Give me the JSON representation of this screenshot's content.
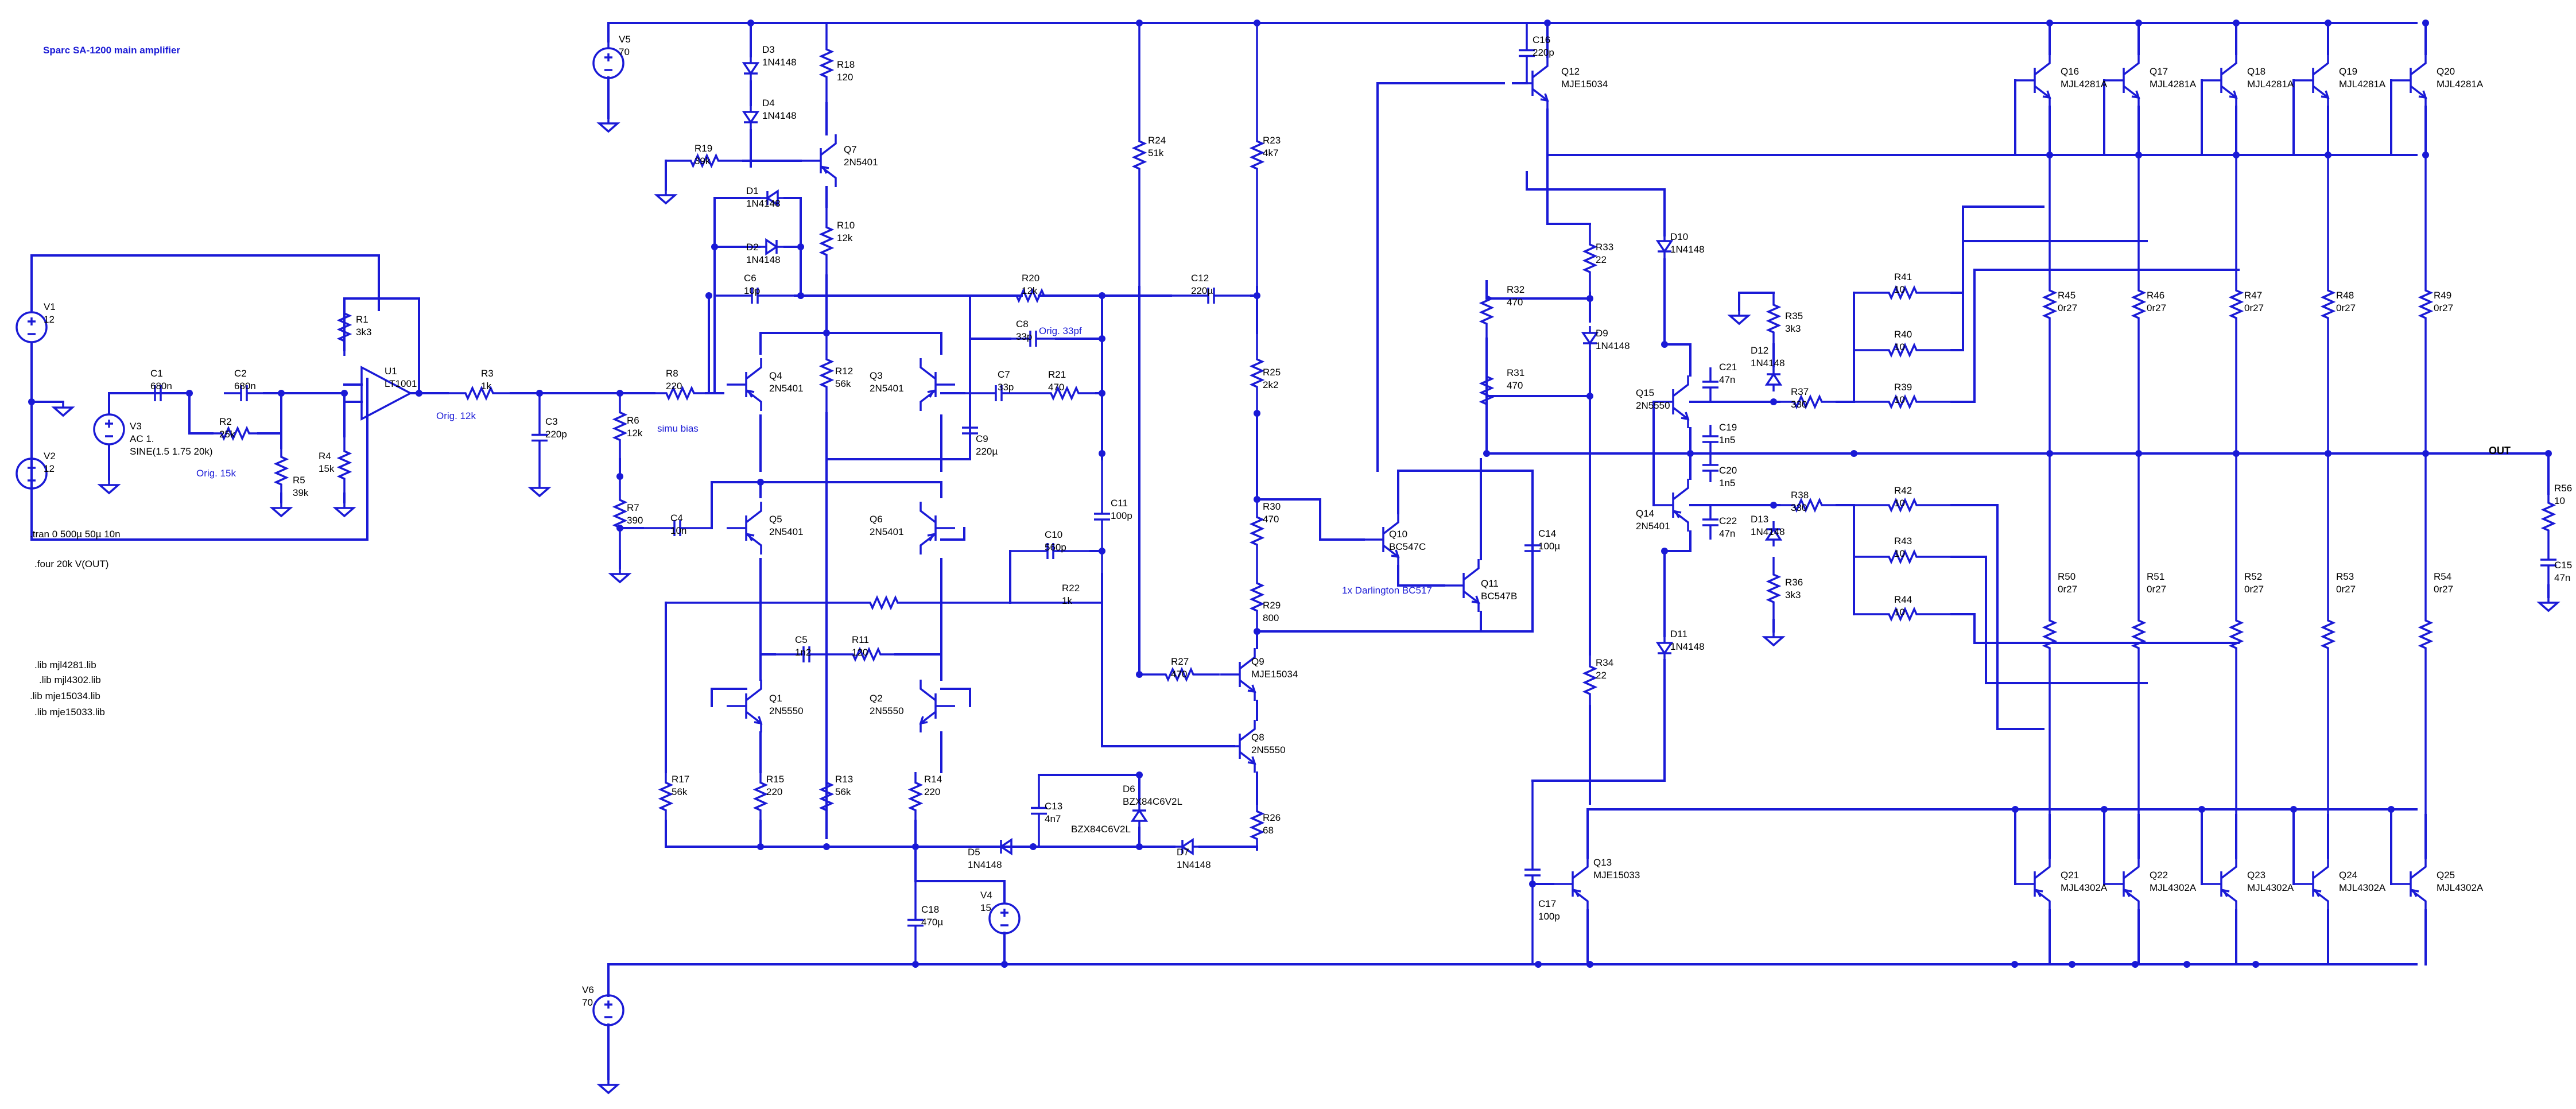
{
  "title": "Sparc SA-1200 main amplifier",
  "notes": {
    "orig12k": "Orig. 12k",
    "orig15k": "Orig. 15k",
    "orig33pf": "Orig. 33pf",
    "simubias": "simu bias",
    "darlington": "1x Darlington BC517"
  },
  "directives": [
    ".tran 0 500µ 50µ 10n",
    ".four 20k V(OUT)",
    ".lib mjl4281.lib",
    ".lib mjl4302.lib",
    ".lib mje15034.lib",
    ".lib mje15033.lib"
  ],
  "out_label": "OUT",
  "sources": [
    {
      "ref": "V1",
      "value": "12"
    },
    {
      "ref": "V2",
      "value": "12"
    },
    {
      "ref": "V3",
      "value": "AC 1.",
      "value2": "SINE(1.5 1.75 20k)"
    },
    {
      "ref": "V4",
      "value": "15"
    },
    {
      "ref": "V5",
      "value": "70"
    },
    {
      "ref": "V6",
      "value": "70"
    }
  ],
  "opamp": {
    "ref": "U1",
    "value": "LT1001"
  },
  "resistors": [
    {
      "ref": "R1",
      "value": "3k3"
    },
    {
      "ref": "R2",
      "value": "25k"
    },
    {
      "ref": "R3",
      "value": "1k"
    },
    {
      "ref": "R4",
      "value": "15k"
    },
    {
      "ref": "R5",
      "value": "39k"
    },
    {
      "ref": "R6",
      "value": "12k"
    },
    {
      "ref": "R7",
      "value": "390"
    },
    {
      "ref": "R8",
      "value": "220"
    },
    {
      "ref": "R10",
      "value": "12k"
    },
    {
      "ref": "R11",
      "value": "120"
    },
    {
      "ref": "R12",
      "value": "56k"
    },
    {
      "ref": "R13",
      "value": "56k"
    },
    {
      "ref": "R14",
      "value": "220"
    },
    {
      "ref": "R15",
      "value": "220"
    },
    {
      "ref": "R17",
      "value": "56k"
    },
    {
      "ref": "R18",
      "value": "120"
    },
    {
      "ref": "R19",
      "value": "39k"
    },
    {
      "ref": "R20",
      "value": "12k"
    },
    {
      "ref": "R21",
      "value": "470"
    },
    {
      "ref": "R22",
      "value": "1k"
    },
    {
      "ref": "R23",
      "value": "4k7"
    },
    {
      "ref": "R24",
      "value": "51k"
    },
    {
      "ref": "R25",
      "value": "2k2"
    },
    {
      "ref": "R26",
      "value": "68"
    },
    {
      "ref": "R27",
      "value": "470"
    },
    {
      "ref": "R29",
      "value": "800"
    },
    {
      "ref": "R30",
      "value": "470"
    },
    {
      "ref": "R31",
      "value": "470"
    },
    {
      "ref": "R32",
      "value": "470"
    },
    {
      "ref": "R33",
      "value": "22"
    },
    {
      "ref": "R34",
      "value": "22"
    },
    {
      "ref": "R35",
      "value": "3k3"
    },
    {
      "ref": "R36",
      "value": "3k3"
    },
    {
      "ref": "R37",
      "value": "330"
    },
    {
      "ref": "R38",
      "value": "330"
    },
    {
      "ref": "R39",
      "value": "10"
    },
    {
      "ref": "R40",
      "value": "10"
    },
    {
      "ref": "R41",
      "value": "10"
    },
    {
      "ref": "R42",
      "value": "10"
    },
    {
      "ref": "R43",
      "value": "10"
    },
    {
      "ref": "R44",
      "value": "10"
    },
    {
      "ref": "R45",
      "value": "0r27"
    },
    {
      "ref": "R46",
      "value": "0r27"
    },
    {
      "ref": "R47",
      "value": "0r27"
    },
    {
      "ref": "R48",
      "value": "0r27"
    },
    {
      "ref": "R49",
      "value": "0r27"
    },
    {
      "ref": "R50",
      "value": "0r27"
    },
    {
      "ref": "R51",
      "value": "0r27"
    },
    {
      "ref": "R52",
      "value": "0r27"
    },
    {
      "ref": "R53",
      "value": "0r27"
    },
    {
      "ref": "R54",
      "value": "0r27"
    },
    {
      "ref": "R56",
      "value": "10"
    }
  ],
  "capacitors": [
    {
      "ref": "C1",
      "value": "680n"
    },
    {
      "ref": "C2",
      "value": "680n"
    },
    {
      "ref": "C3",
      "value": "220p"
    },
    {
      "ref": "C4",
      "value": "10n"
    },
    {
      "ref": "C5",
      "value": "1n2"
    },
    {
      "ref": "C6",
      "value": "10p"
    },
    {
      "ref": "C7",
      "value": "33p"
    },
    {
      "ref": "C8",
      "value": "33p"
    },
    {
      "ref": "C9",
      "value": "220µ"
    },
    {
      "ref": "C10",
      "value": "560p"
    },
    {
      "ref": "C11",
      "value": "100p"
    },
    {
      "ref": "C12",
      "value": "220µ"
    },
    {
      "ref": "C13",
      "value": "4n7"
    },
    {
      "ref": "C14",
      "value": "100µ"
    },
    {
      "ref": "C15",
      "value": "47n"
    },
    {
      "ref": "C16",
      "value": "220p"
    },
    {
      "ref": "C17",
      "value": "100p"
    },
    {
      "ref": "C18",
      "value": "470µ"
    },
    {
      "ref": "C19",
      "value": "1n5"
    },
    {
      "ref": "C20",
      "value": "1n5"
    },
    {
      "ref": "C21",
      "value": "47n"
    },
    {
      "ref": "C22",
      "value": "47n"
    }
  ],
  "diodes": [
    {
      "ref": "D1",
      "value": "1N4148"
    },
    {
      "ref": "D2",
      "value": "1N4148"
    },
    {
      "ref": "D3",
      "value": "1N4148"
    },
    {
      "ref": "D4",
      "value": "1N4148"
    },
    {
      "ref": "D5",
      "value": "1N4148"
    },
    {
      "ref": "D6",
      "value": "BZX84C6V2L"
    },
    {
      "ref": "D7",
      "value": "1N4148"
    },
    {
      "ref": "D9",
      "value": "1N4148"
    },
    {
      "ref": "D10",
      "value": "1N4148"
    },
    {
      "ref": "D11",
      "value": "1N4148"
    },
    {
      "ref": "D12",
      "value": "1N4148"
    },
    {
      "ref": "D13",
      "value": "1N4148"
    }
  ],
  "transistors": [
    {
      "ref": "Q1",
      "value": "2N5550"
    },
    {
      "ref": "Q2",
      "value": "2N5550"
    },
    {
      "ref": "Q3",
      "value": "2N5401"
    },
    {
      "ref": "Q4",
      "value": "2N5401"
    },
    {
      "ref": "Q5",
      "value": "2N5401"
    },
    {
      "ref": "Q6",
      "value": "2N5401"
    },
    {
      "ref": "Q7",
      "value": "2N5401"
    },
    {
      "ref": "Q8",
      "value": "2N5550"
    },
    {
      "ref": "Q9",
      "value": "MJE15034"
    },
    {
      "ref": "Q10",
      "value": "BC547C"
    },
    {
      "ref": "Q11",
      "value": "BC547B"
    },
    {
      "ref": "Q12",
      "value": "MJE15034"
    },
    {
      "ref": "Q13",
      "value": "MJE15033"
    },
    {
      "ref": "Q14",
      "value": "2N5401"
    },
    {
      "ref": "Q15",
      "value": "2N5550"
    },
    {
      "ref": "Q16",
      "value": "MJL4281A"
    },
    {
      "ref": "Q17",
      "value": "MJL4281A"
    },
    {
      "ref": "Q18",
      "value": "MJL4281A"
    },
    {
      "ref": "Q19",
      "value": "MJL4281A"
    },
    {
      "ref": "Q20",
      "value": "MJL4281A"
    },
    {
      "ref": "Q21",
      "value": "MJL4302A"
    },
    {
      "ref": "Q22",
      "value": "MJL4302A"
    },
    {
      "ref": "Q23",
      "value": "MJL4302A"
    },
    {
      "ref": "Q24",
      "value": "MJL4302A"
    },
    {
      "ref": "Q25",
      "value": "MJL4302A"
    }
  ]
}
